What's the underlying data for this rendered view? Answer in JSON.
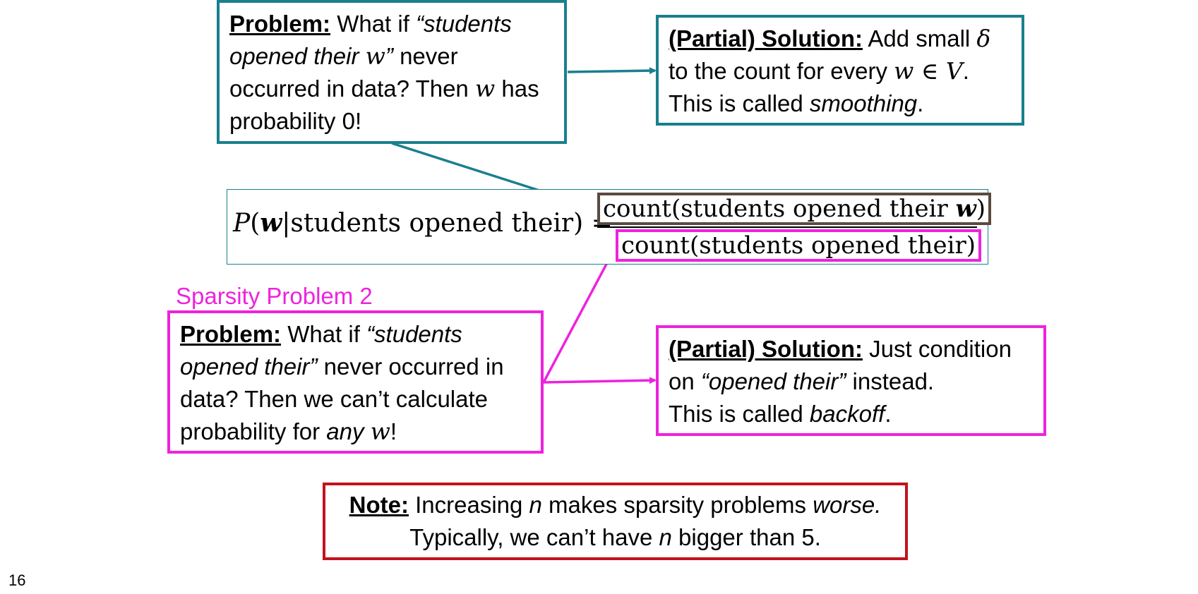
{
  "sparsity_problem_1": {
    "problem": {
      "label": "Problem:",
      "t1": " What if ",
      "q1": "“students opened their ",
      "w": "w",
      "q2": "”",
      "t2": " never occurred in data? Then ",
      "t3": " has probability 0!"
    },
    "solution": {
      "label": "(Partial) Solution:",
      "t1": " Add small ",
      "delta": "δ",
      "t2": " to the count for every ",
      "w": "w",
      "in": " ∈ ",
      "V": "V",
      "t3": ".",
      "t4": "This is called ",
      "term": "smoothing",
      "t5": "."
    }
  },
  "formula": {
    "lhs_P": "P",
    "lhs_open": "(",
    "lhs_w": "w",
    "lhs_rest": "|students opened their) =",
    "num_pre": "count(students opened their ",
    "num_w": "w",
    "num_post": ")",
    "den": "count(students opened their)"
  },
  "sparsity_problem_2": {
    "heading": "Sparsity Problem 2",
    "problem": {
      "label": "Problem:",
      "t1": " What if ",
      "quote": "“students opened their”",
      "t2": " never occurred in data? Then we can’t calculate probability for ",
      "any": "any",
      "w": "w",
      "t3": "!"
    },
    "solution": {
      "label": "(Partial) Solution:",
      "t1": " Just condition on ",
      "quote": "“opened their”",
      "t2": " instead.",
      "t3": "This is called ",
      "term": "backoff",
      "t4": "."
    }
  },
  "note": {
    "label": "Note:",
    "t1": " Increasing ",
    "n1": "n",
    "t2": " makes sparsity problems ",
    "worse": "worse.",
    "t3": "Typically, we can’t have ",
    "n2": "n",
    "t4": " bigger than 5."
  },
  "page_number": "16",
  "colors": {
    "teal": "#1a7f8e",
    "magenta": "#ee22dd",
    "red": "#c0141c",
    "numerator_border": "#5a4a3f"
  }
}
